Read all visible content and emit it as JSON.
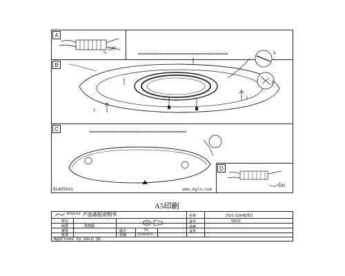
{
  "panels": {
    "a": {
      "letter": "A",
      "label_off": "OFF"
    },
    "b": {
      "letter": "B"
    },
    "c": {
      "letter": "C"
    },
    "d": {
      "letter": "D",
      "label_on": "ON"
    }
  },
  "callouts": [
    "1",
    "2",
    "3",
    "4"
  ],
  "footer": {
    "model_code": "BLA95641",
    "website": "www.eglo.com"
  },
  "print_format": "A5印刷",
  "spec_table": {
    "brand_prefix": "EGLO",
    "doc_title": "产品装配说明书",
    "rows": [
      {
        "label": "校对",
        "value": ""
      },
      {
        "label": "绘图",
        "value": "李丽娟"
      },
      {
        "label": "审核",
        "value": ""
      },
      {
        "label": "批准",
        "value": ""
      }
    ],
    "version_label": "版次",
    "version_value": "V1",
    "date_label": "日期",
    "date_value": "20160425",
    "name_label": "名称",
    "name_value": "2016-152E吸顶灯",
    "code_label": "货号",
    "code_value": "95641",
    "fit_label": "适用",
    "fit2_label": "货号",
    "approval": "Approved by EGLO QC"
  }
}
